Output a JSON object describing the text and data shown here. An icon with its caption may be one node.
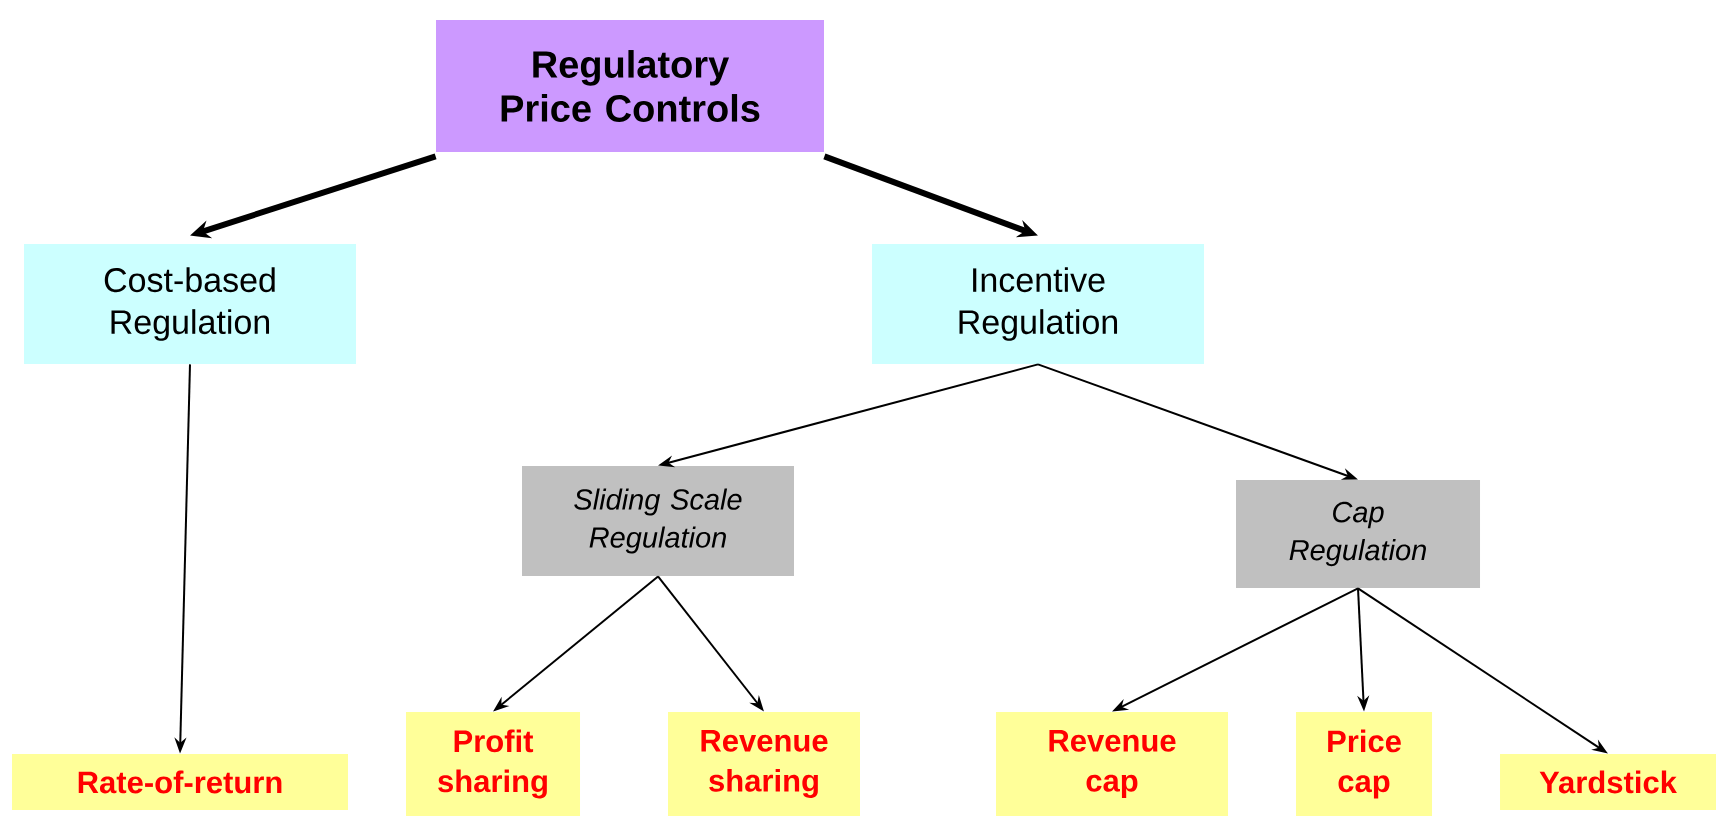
{
  "diagram": {
    "nodes": [
      {
        "text": [
          "Regulatory Price Controls"
        ]
      },
      {
        "text": [
          "Cost-based Regulation"
        ]
      },
      {
        "text": [
          "Incentive Regulation"
        ]
      },
      {
        "text": [
          "Sliding Scale Regulation"
        ]
      },
      {
        "text": [
          "Cap Regulation"
        ]
      },
      {
        "text": [
          "Rate-of-return"
        ]
      },
      {
        "text": [
          "Profit sharing"
        ]
      },
      {
        "text": [
          "Revenue sharing"
        ]
      },
      {
        "text": [
          "Revenue cap"
        ]
      },
      {
        "text": [
          "Price cap"
        ]
      },
      {
        "text": [
          "Yardstick"
        ]
      }
    ],
    "edges": [
      {
        "from": 0,
        "to": 1,
        "arrow": "to",
        "style": "thick"
      },
      {
        "from": 0,
        "to": 2,
        "arrow": "to",
        "style": "thick"
      },
      {
        "from": 1,
        "to": 5,
        "arrow": "to"
      },
      {
        "from": 2,
        "to": 3,
        "arrow": "to"
      },
      {
        "from": 2,
        "to": 4,
        "arrow": "to"
      },
      {
        "from": 3,
        "to": 6,
        "arrow": "to"
      },
      {
        "from": 3,
        "to": 7,
        "arrow": "to"
      },
      {
        "from": 4,
        "to": 8,
        "arrow": "to"
      },
      {
        "from": 4,
        "to": 9,
        "arrow": "to"
      },
      {
        "from": 4,
        "to": 10,
        "arrow": "to"
      }
    ]
  }
}
